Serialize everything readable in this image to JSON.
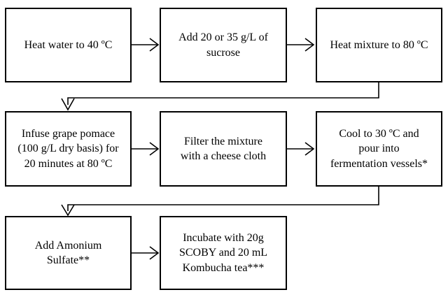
{
  "figure": {
    "type": "flowchart",
    "colors": {
      "background": "#ffffff",
      "box_border": "#000000",
      "line": "#000000",
      "text": "#000000"
    },
    "nodes": [
      {
        "id": "step-1",
        "text": "Heat water to 40 ºC"
      },
      {
        "id": "step-2",
        "text": "Add 20 or 35 g/L of\nsucrose"
      },
      {
        "id": "step-3",
        "text": "Heat mixture to 80 ºC"
      },
      {
        "id": "step-4",
        "text": "Infuse grape pomace\n(100 g/L dry basis) for\n20 minutes at 80 ºC"
      },
      {
        "id": "step-5",
        "text": "Filter the mixture\nwith a cheese cloth"
      },
      {
        "id": "step-6",
        "text": "Cool to 30 ºC and\npour into\nfermentation vessels*"
      },
      {
        "id": "step-7",
        "text": "Add Amonium\nSulfate**"
      },
      {
        "id": "step-8",
        "text": "Incubate with 20g\nSCOBY and 20 mL\nKombucha tea***"
      }
    ],
    "edges": [
      {
        "from": "step-1",
        "to": "step-2"
      },
      {
        "from": "step-2",
        "to": "step-3"
      },
      {
        "from": "step-3",
        "to": "step-4"
      },
      {
        "from": "step-4",
        "to": "step-5"
      },
      {
        "from": "step-5",
        "to": "step-6"
      },
      {
        "from": "step-6",
        "to": "step-7"
      },
      {
        "from": "step-7",
        "to": "step-8"
      }
    ]
  }
}
